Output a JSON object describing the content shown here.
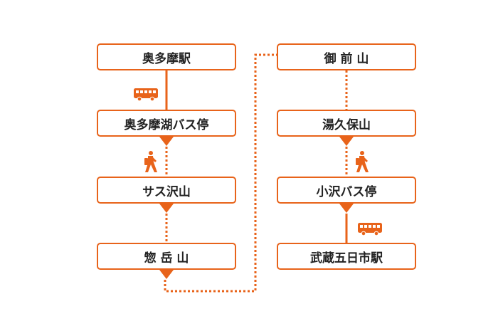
{
  "colors": {
    "accent": "#e8631a",
    "box_border": "#e8631a",
    "text": "#222222",
    "background": "#ffffff"
  },
  "left_column": [
    {
      "name": "奥多摩駅"
    },
    {
      "name": "奥多摩湖バス停"
    },
    {
      "name": "サス沢山"
    },
    {
      "name": "惣 岳 山"
    }
  ],
  "right_column": [
    {
      "name": "御 前 山"
    },
    {
      "name": "湯久保山"
    },
    {
      "name": "小沢バス停"
    },
    {
      "name": "武蔵五日市駅"
    }
  ],
  "legs": [
    {
      "from": "奥多摩駅",
      "to": "奥多摩湖バス停",
      "mode": "bus",
      "icon": "bus-icon"
    },
    {
      "from": "奥多摩湖バス停",
      "to": "サス沢山",
      "mode": "walk",
      "icon": "hiker-icon"
    },
    {
      "from": "サス沢山",
      "to": "惣 岳 山",
      "mode": "walk",
      "icon": ""
    },
    {
      "from": "惣 岳 山",
      "to": "御 前 山",
      "mode": "walk",
      "icon": ""
    },
    {
      "from": "御 前 山",
      "to": "湯久保山",
      "mode": "walk",
      "icon": ""
    },
    {
      "from": "湯久保山",
      "to": "小沢バス停",
      "mode": "walk",
      "icon": "hiker-icon"
    },
    {
      "from": "小沢バス停",
      "to": "武蔵五日市駅",
      "mode": "bus",
      "icon": "bus-icon"
    }
  ]
}
